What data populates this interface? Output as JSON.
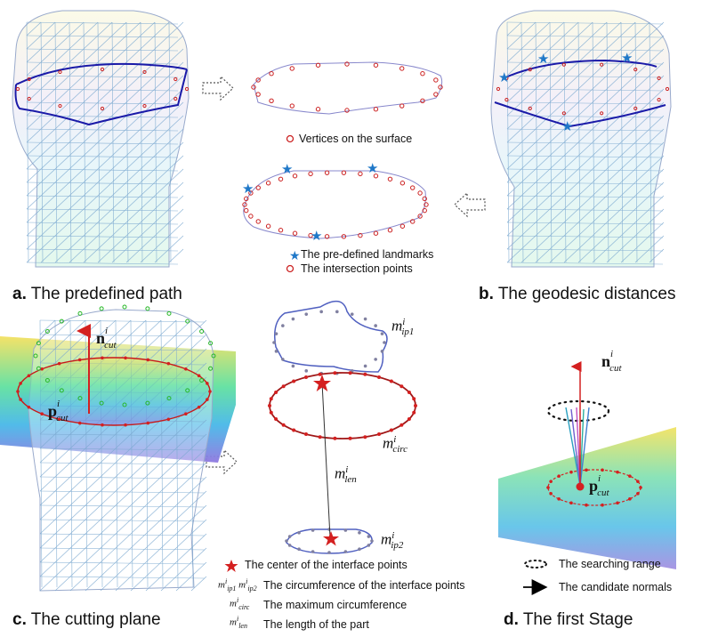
{
  "captions": {
    "a_letter": "a.",
    "a_text": "The predefined path",
    "b_letter": "b.",
    "b_text": "The geodesic distances",
    "c_letter": "c.",
    "c_text": "The cutting plane",
    "d_letter": "d.",
    "d_text": "The first Stage"
  },
  "legend_top": {
    "vertices": "Vertices on the surface",
    "landmarks": "The pre-defined landmarks",
    "intersections": "The intersection points"
  },
  "legend_c": {
    "center": "The center of the interface points",
    "circ_interface_sym": "m_ip1 m_ip2",
    "circ_interface": "The circumference of the interface points",
    "max_circ_sym": "m_circ",
    "max_circ": "The maximum circumference",
    "length_sym": "m_len",
    "length": "The length of the part"
  },
  "legend_d": {
    "range": "The searching range",
    "normals": "The candidate normals"
  },
  "math_labels": {
    "n_cut_c": "n",
    "p_cut_c": "p",
    "n_cut_d": "n",
    "p_cut_d": "p",
    "m_ip1": "m",
    "m_circ": "m",
    "m_len": "m",
    "m_ip2": "m",
    "sup_i": "i",
    "sub_cut": "cut",
    "sub_ip1": "ip1",
    "sub_ip2": "ip2",
    "sub_circ": "circ",
    "sub_len": "len"
  },
  "colors": {
    "path_blue": "#1a1aa8",
    "vertex_red": "#cc2222",
    "landmark_blue": "#1f78c8",
    "normal_red": "#d42020",
    "loop_blue": "#4a5ab8",
    "loop_red": "#b01818"
  }
}
